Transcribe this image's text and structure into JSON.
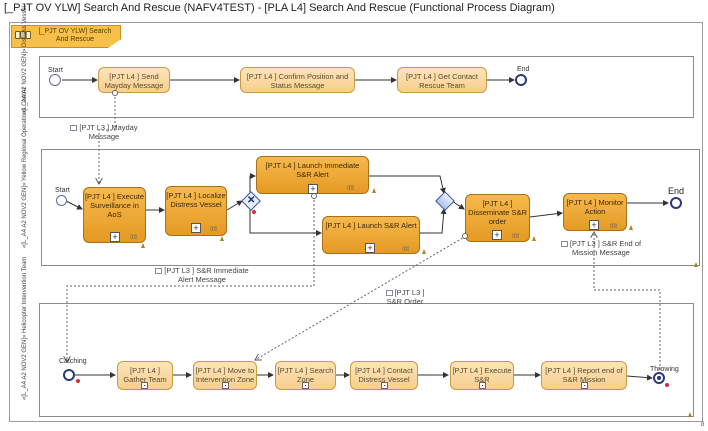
{
  "title": "[_PJT OV YLW] Search And Rescue (NAFV4TEST) - [PLA L4] Search And Rescue (Functional Process Diagram)",
  "frame": {
    "tab_label": "[_PJT OV YLW] Search And Rescue"
  },
  "pools": {
    "distress": {
      "label": "«[L_A4 A2 NOV2 GEN]» Distress Vessel",
      "start": "Start",
      "end": "End",
      "tasks": [
        "[PJT L4 ] Send Mayday Message",
        "[PJT L4 ] Confirm Position and Status Message",
        "[PJT L4 ] Get Contact Rescue Team"
      ]
    },
    "regional": {
      "label": "«[L_A4 A2 NOV2 GEN]» Yellow Regional Operations Centre",
      "start": "Start",
      "end": "End",
      "tasks": [
        "[PJT L4 ] Execute Surveillance in AoS",
        "[PJT L4 ] Localize Distress Vessel",
        "[PJT L4 ] Launch Immediate S&R Alert",
        "[PJT L4 ] Launch S&R Alert",
        "[PJT L4 ] Disseminate S&R order",
        "[PJT L4 ] Monitor Action"
      ]
    },
    "helicopter": {
      "label": "«[L_A4 A2 NOV2 GEN]» Helicopter Intervention Team",
      "start": "Catching",
      "end": "Throwing",
      "tasks": [
        "[PJT L4 ] Gather Team",
        "[PJT L4 ] Move to Intervention Zone",
        "[PJT L4 ] Search Zone",
        "[PJT L4 ] Contact Distress Vessel",
        "[PJT L4 ] Execute S&R",
        "[PJT L4 ] Report end of S&R Mission"
      ]
    }
  },
  "messages": {
    "mayday": "[PJT L3 ] Mayday Message",
    "immediate_alert": "[PJT L3 ] S&R Immediate Alert Message",
    "sr_order": "[PJT L3 ] S&R Order",
    "end_of_mission": "[PJT L3 ] S&R End of Mission Message"
  },
  "colors": {
    "task_fill": "#f7cf8e",
    "task_strong": "#e59a23",
    "event_blue": "#2b3a7a",
    "frame_tab": "#f7c04a"
  }
}
